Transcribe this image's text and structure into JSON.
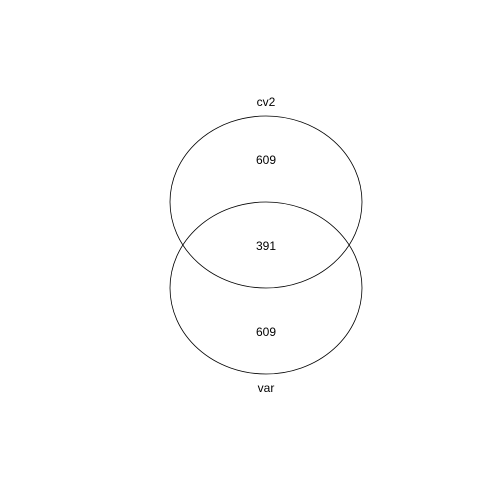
{
  "diagram": {
    "sets": [
      {
        "name": "cv2",
        "only_count": "609"
      },
      {
        "name": "var",
        "only_count": "609"
      }
    ],
    "intersection_count": "391",
    "colors": {
      "stroke": "#000000",
      "text": "#000000",
      "background": "#ffffff"
    }
  }
}
